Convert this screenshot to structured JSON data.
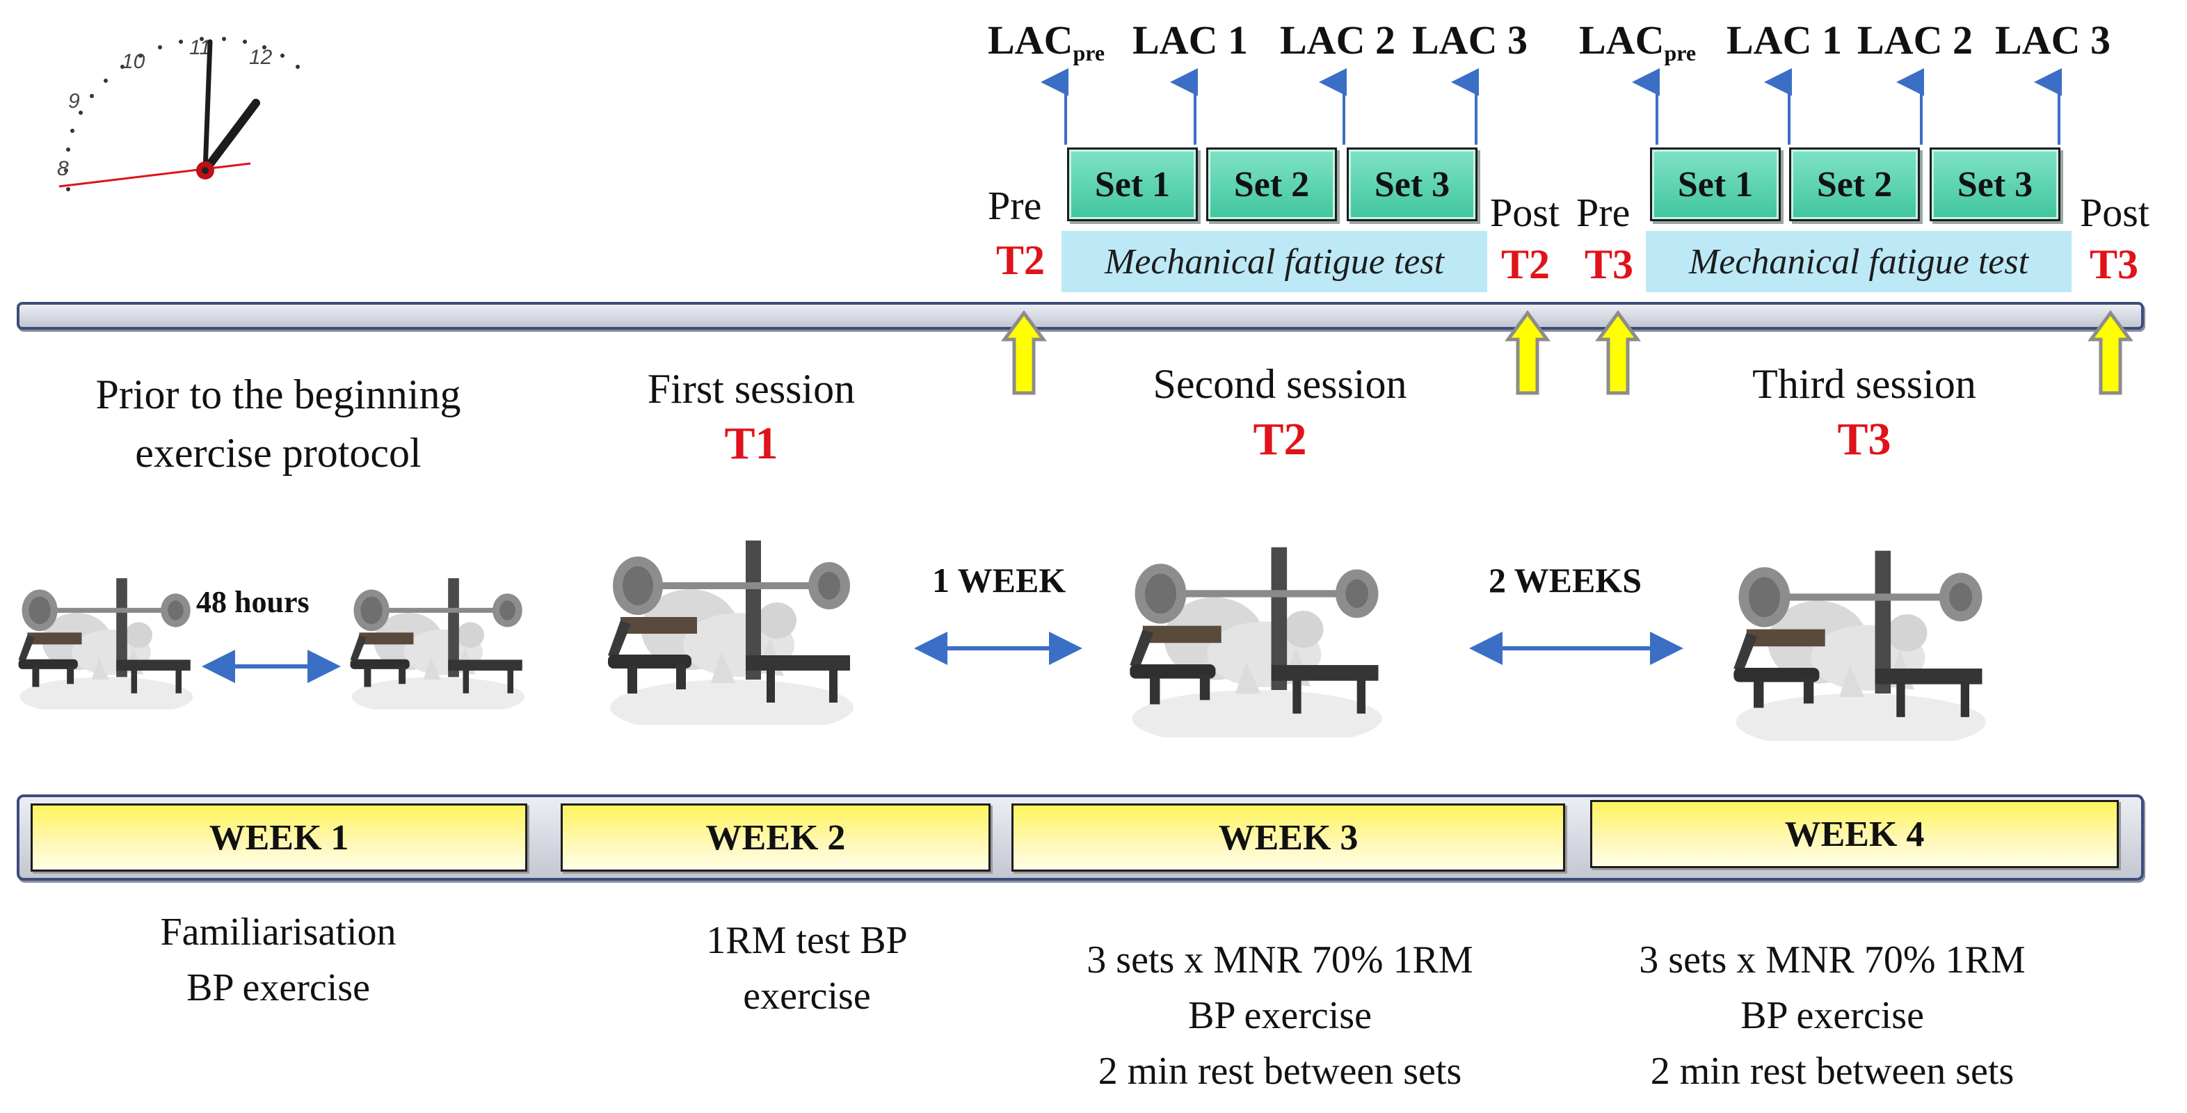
{
  "lac_labels": {
    "block1": [
      {
        "main": "LAC",
        "sub": "pre"
      },
      {
        "main": "LAC 1",
        "sub": ""
      },
      {
        "main": "LAC 2",
        "sub": ""
      },
      {
        "main": "LAC 3",
        "sub": ""
      }
    ],
    "block2": [
      {
        "main": "LAC",
        "sub": "pre"
      },
      {
        "main": "LAC 1",
        "sub": ""
      },
      {
        "main": "LAC 2",
        "sub": ""
      },
      {
        "main": "LAC 3",
        "sub": ""
      }
    ]
  },
  "sets": {
    "block1": [
      "Set 1",
      "Set 2",
      "Set 3"
    ],
    "block2": [
      "Set 1",
      "Set 2",
      "Set 3"
    ]
  },
  "fatigue_label": "Mechanical fatigue test",
  "markers": {
    "pre": "Pre",
    "post": "Post",
    "t2": "T2",
    "t3": "T3"
  },
  "sessions": {
    "prior": [
      "Prior to the beginning",
      "exercise protocol"
    ],
    "first": {
      "title": "First session",
      "code": "T1"
    },
    "second": {
      "title": "Second session",
      "code": "T2"
    },
    "third": {
      "title": "Third session",
      "code": "T3"
    }
  },
  "intervals": {
    "hours48": "48 hours",
    "week1": "1 WEEK",
    "weeks2": "2 WEEKS"
  },
  "weeks": [
    "WEEK 1",
    "WEEK 2",
    "WEEK 3",
    "WEEK 4"
  ],
  "descriptions": {
    "week1": [
      "Familiarisation",
      "BP exercise"
    ],
    "week2": [
      "1RM test BP",
      "exercise"
    ],
    "week3": [
      "3 sets x MNR 70% 1RM",
      "BP exercise",
      "2 min rest between sets"
    ],
    "week4": [
      "3 sets x MNR 70% 1RM",
      "BP exercise",
      "2 min rest between sets"
    ]
  },
  "clock_numbers": [
    "8",
    "9",
    "10",
    "11",
    "12"
  ],
  "colors": {
    "red_text": "#e0121a",
    "arrow_blue": "#3b6fc6",
    "set_green": "#41c59e",
    "fatigue_blue": "#bde9f7",
    "week_yellow": "#fff45c",
    "marker_yellow": "#ffff00"
  },
  "icons": [
    "clock-icon",
    "bench-press-icon",
    "up-arrow-icon",
    "double-arrow-icon"
  ]
}
